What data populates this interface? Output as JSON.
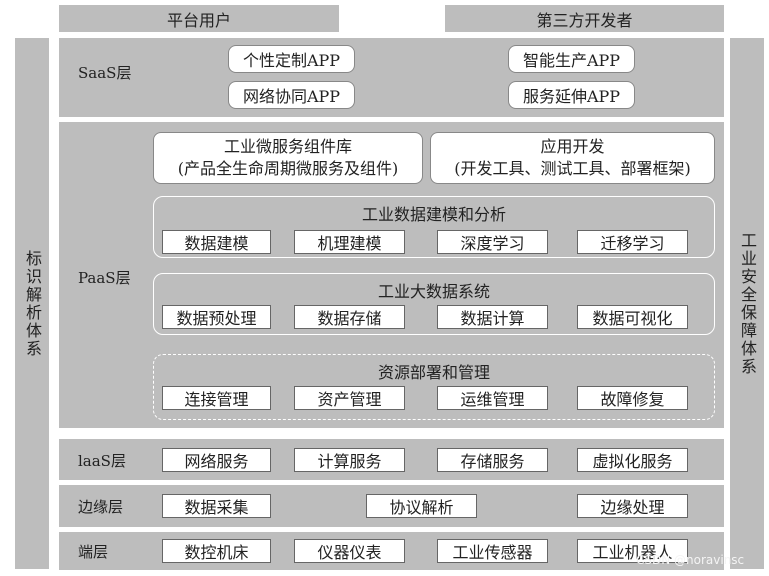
{
  "top": {
    "left": "平台用户",
    "right": "第三方开发者"
  },
  "left_vertical": "标识解析体系",
  "right_vertical": "工业安全保障体系",
  "saas": {
    "label": "SaaS层",
    "apps": [
      "个性定制APP",
      "网络协同APP",
      "智能生产APP",
      "服务延伸APP"
    ]
  },
  "paas": {
    "label": "PaaS层",
    "lib_line1": "工业微服务组件库",
    "lib_line2": "(产品全生命周期微服务及组件)",
    "dev_line1": "应用开发",
    "dev_line2": "(开发工具、测试工具、部署框架)",
    "modeling": {
      "title": "工业数据建模和分析",
      "items": [
        "数据建模",
        "机理建模",
        "深度学习",
        "迁移学习"
      ]
    },
    "bigdata": {
      "title": "工业大数据系统",
      "items": [
        "数据预处理",
        "数据存储",
        "数据计算",
        "数据可视化"
      ]
    },
    "resource": {
      "title": "资源部署和管理",
      "items": [
        "连接管理",
        "资产管理",
        "运维管理",
        "故障修复"
      ]
    }
  },
  "iaas": {
    "label": "laaS层",
    "items": [
      "网络服务",
      "计算服务",
      "存储服务",
      "虚拟化服务"
    ]
  },
  "edge": {
    "label": "边缘层",
    "items": [
      "数据采集",
      "协议解析",
      "边缘处理"
    ]
  },
  "device": {
    "label": "端层",
    "items": [
      "数控机床",
      "仪器仪表",
      "工业传感器",
      "工业机器人"
    ]
  },
  "watermark": "CSDN @noravinsc"
}
